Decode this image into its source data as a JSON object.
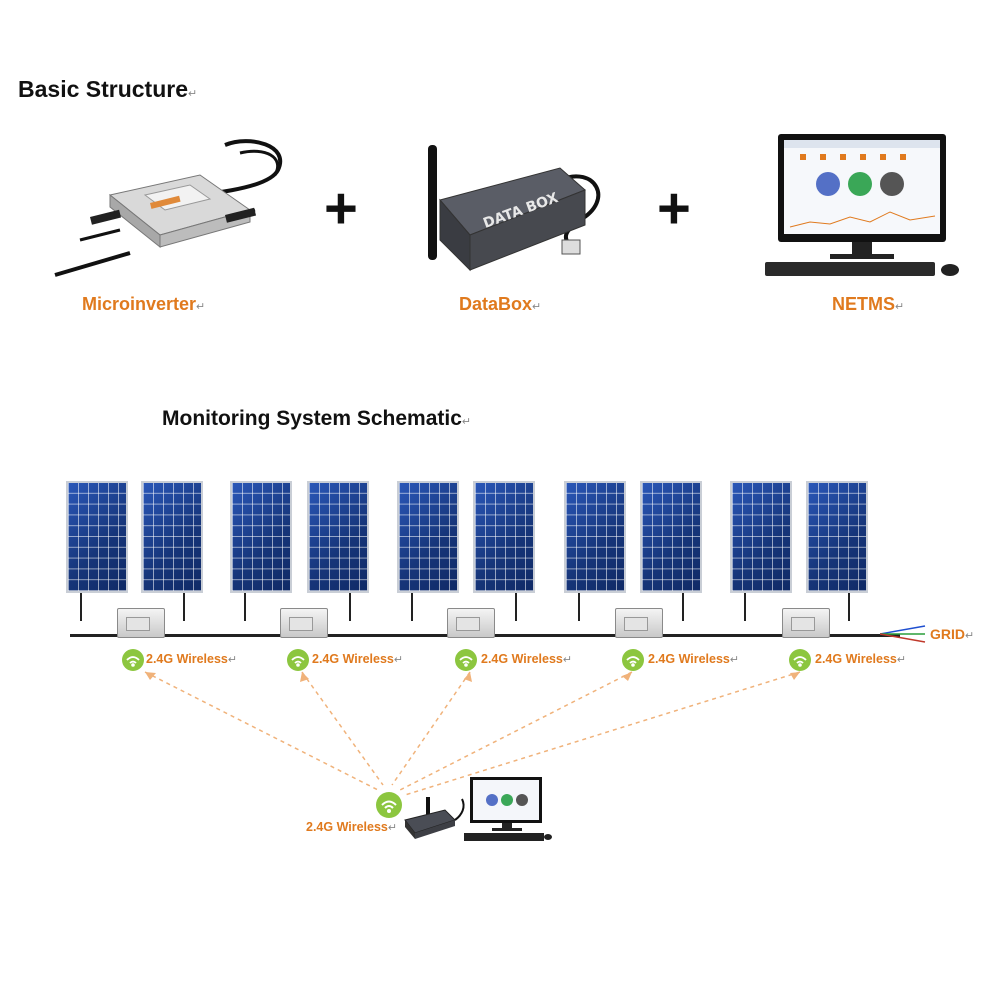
{
  "basic_structure": {
    "title": "Basic Structure",
    "components": [
      {
        "label": "Microinverter"
      },
      {
        "label": "DataBox"
      },
      {
        "label": "NETMS"
      }
    ],
    "plus_sign": "+",
    "databox_text": "DATA BOX"
  },
  "schematic": {
    "title": "Monitoring System Schematic",
    "wireless_label": "2.4G Wireless",
    "grid_label": "GRID",
    "return_mark": "↵",
    "colors": {
      "accent": "#e07a1e",
      "wifi": "#8cc63f",
      "panel": "#1d3e8c"
    }
  }
}
